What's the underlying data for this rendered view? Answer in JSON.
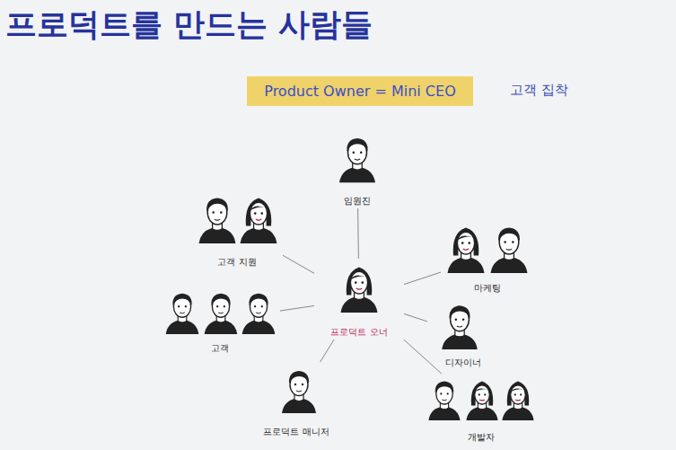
{
  "diagram": {
    "title": "프로덕트를 만드는 사람들",
    "nodes": [
      {
        "text": [
          "Product Owner = Mini CEO"
        ]
      },
      {
        "text": [
          "임원진"
        ]
      },
      {
        "text": [
          "고객 지원"
        ]
      },
      {
        "text": [
          "마케팅"
        ]
      },
      {
        "text": [
          "고객"
        ]
      },
      {
        "text": [
          "프로덕트 오너"
        ]
      },
      {
        "text": [
          "디자이너"
        ]
      },
      {
        "text": [
          "프로덕트 매니저"
        ]
      },
      {
        "text": [
          "개발자"
        ]
      }
    ],
    "edges": [
      {
        "from": 5,
        "to": 1,
        "arrow": "none"
      },
      {
        "from": 5,
        "to": 2,
        "arrow": "none"
      },
      {
        "from": 5,
        "to": 3,
        "arrow": "none"
      },
      {
        "from": 5,
        "to": 4,
        "arrow": "none"
      },
      {
        "from": 5,
        "to": 6,
        "arrow": "none"
      },
      {
        "from": 5,
        "to": 7,
        "arrow": "none"
      },
      {
        "from": 5,
        "to": 8,
        "arrow": "none"
      }
    ],
    "labels": [
      "고객 집착"
    ]
  }
}
